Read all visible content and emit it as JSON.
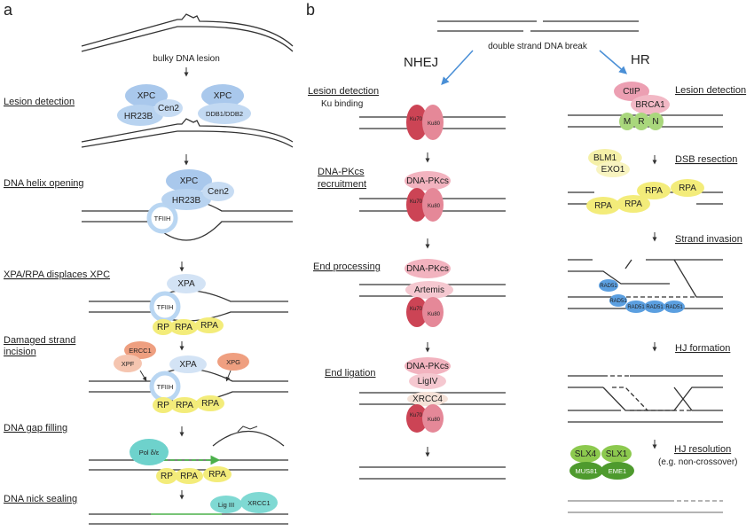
{
  "panels": {
    "a": "a",
    "b": "b"
  },
  "ner": {
    "lesion_caption": "bulky DNA lesion",
    "steps": {
      "lesion_detection": "Lesion detection",
      "helix_opening": "DNA helix opening",
      "xpa_rpa": "XPA/RPA displaces XPC",
      "incision_line1": "Damaged strand",
      "incision_line2": "incision",
      "gap_filling": "DNA gap filling",
      "nick_sealing": "DNA nick sealing"
    },
    "proteins": {
      "xpc": "XPC",
      "hr23b": "HR23B",
      "cen2": "Cen2",
      "ddb": "DDB1/DDB2",
      "tfiih": "TFIIH",
      "xpa": "XPA",
      "rpa": "RPA",
      "rp": "RP",
      "ercc1": "ERCC1",
      "xpf": "XPF",
      "xpg": "XPG",
      "pol": "Pol δ/ε",
      "lig3": "Lig III",
      "xrcc1": "XRCC1"
    }
  },
  "dsb": {
    "break_caption": "double strand DNA break",
    "nhej_title": "NHEJ",
    "hr_title": "HR",
    "nhej_steps": {
      "detection_line1": "Lesion detection",
      "detection_line2": "Ku binding",
      "pkcs_line1": "DNA-PKcs",
      "pkcs_line2": "recruitment",
      "processing": "End processing",
      "ligation": "End ligation"
    },
    "hr_steps": {
      "detection": "Lesion detection",
      "resection": "DSB resection",
      "invasion": "Strand invasion",
      "hj_formation": "HJ formation",
      "hj_resolution": "HJ resolution",
      "hj_resolution_note": "(e.g. non-crossover)"
    },
    "proteins": {
      "ku70": "Ku70",
      "ku80": "Ku80",
      "dnapkcs": "DNA-PKcs",
      "artemis": "Artemis",
      "ligiv": "LigIV",
      "xrcc4": "XRCC4",
      "ctip": "CtIP",
      "brca1": "BRCA1",
      "m": "M",
      "r": "R",
      "n": "N",
      "blm1": "BLM1",
      "exo1": "EXO1",
      "rpa": "RPA",
      "rad51": "RAD51",
      "slx4": "SLX4",
      "slx1": "SLX1",
      "mus81": "MUS81",
      "eme1": "EME1"
    }
  },
  "colors": {
    "xpc": "#a9c8ec",
    "tfiih_ring": "#b9d6f2",
    "xpa": "#d3e3f5",
    "rpa": "#f3ec7a",
    "ercc1": "#ee9f80",
    "xpg": "#ef9f80",
    "pol": "#6ed2cc",
    "lig3": "#7fd9d3",
    "ku70": "#cc4455",
    "ku80": "#e58898",
    "dnapkcs": "#f2b3bf",
    "artemis": "#f5c8d0",
    "xrcc4": "#f5e2d8",
    "ctip": "#ec9fb2",
    "mrn": "#a9d77c",
    "blm_exo": "#f5f0a8",
    "rad51": "#5b9fe0",
    "slx": "#8cc94e",
    "mus_eme": "#4e9a2e",
    "nhej_arrow": "#4a8fd6",
    "gap_fill": "#4bb04a"
  }
}
